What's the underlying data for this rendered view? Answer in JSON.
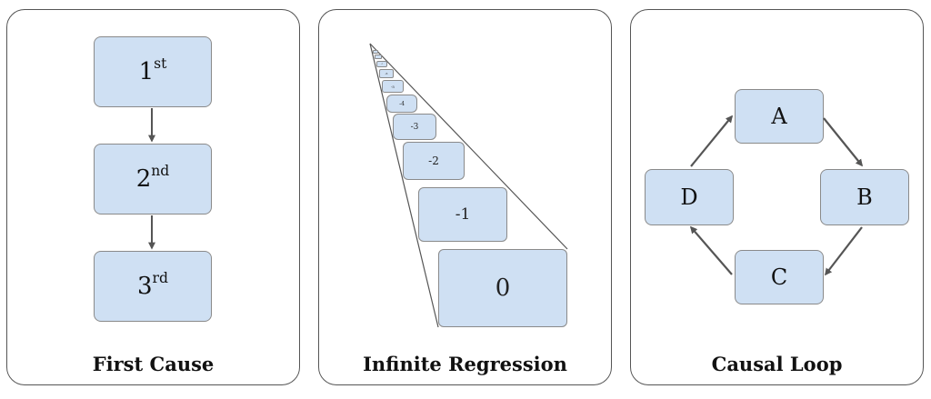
{
  "panels": {
    "first_cause": {
      "title": "First Cause",
      "nodes": [
        {
          "num": "1",
          "suffix": "st"
        },
        {
          "num": "2",
          "suffix": "nd"
        },
        {
          "num": "3",
          "suffix": "rd"
        }
      ]
    },
    "infinite_regression": {
      "title": "Infinite Regression",
      "nodes": [
        "0",
        "-1",
        "-2",
        "-3",
        "-4",
        "-5",
        "-6",
        "-7"
      ]
    },
    "causal_loop": {
      "title": "Causal Loop",
      "nodes": {
        "a": "A",
        "b": "B",
        "c": "C",
        "d": "D"
      }
    }
  },
  "colors": {
    "node_fill": "#cfe0f3",
    "node_border": "#8a8a8a",
    "arrow": "#555555",
    "panel_border": "#555555"
  }
}
